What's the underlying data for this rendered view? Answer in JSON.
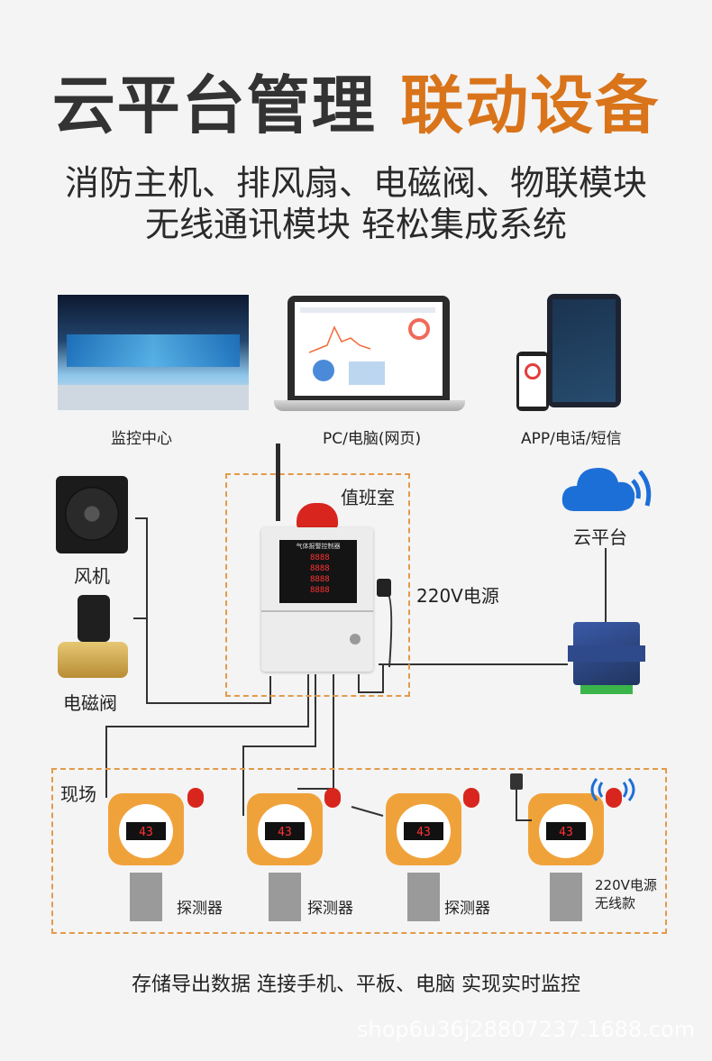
{
  "header": {
    "title_dark": "云平台管理",
    "title_accent": "联动设备",
    "subtitle_line1": "消防主机、排风扇、电磁阀、物联模块",
    "subtitle_line2": "无线通讯模块 轻松集成系统"
  },
  "top_devices": {
    "monitoring_center": "监控中心",
    "pc": "PC/电脑(网页)",
    "app": "APP/电话/短信"
  },
  "left_devices": {
    "fan": "风机",
    "valve": "电磁阀"
  },
  "duty_room": {
    "label": "值班室",
    "power_label": "220V电源",
    "controller_title": "气体报警控制器",
    "readings": [
      "8888",
      "8888",
      "8888",
      "8888"
    ]
  },
  "cloud": {
    "label": "云平台"
  },
  "field": {
    "label": "现场",
    "detector_labels": [
      "探测器",
      "探测器",
      "探测器"
    ],
    "wireless_label_line1": "220V电源",
    "wireless_label_line2": "无线款",
    "display_value": "43"
  },
  "footer": {
    "text": "存储导出数据 连接手机、平板、电脑 实现实时监控"
  },
  "watermark": {
    "text": "shop6u36j28807237.1688.com"
  },
  "colors": {
    "accent": "#d9741a",
    "dash_border": "#e39a4a",
    "cloud_blue": "#1d6fd8",
    "detector_orange": "#f0a23a",
    "alarm_red": "#d8261e"
  }
}
